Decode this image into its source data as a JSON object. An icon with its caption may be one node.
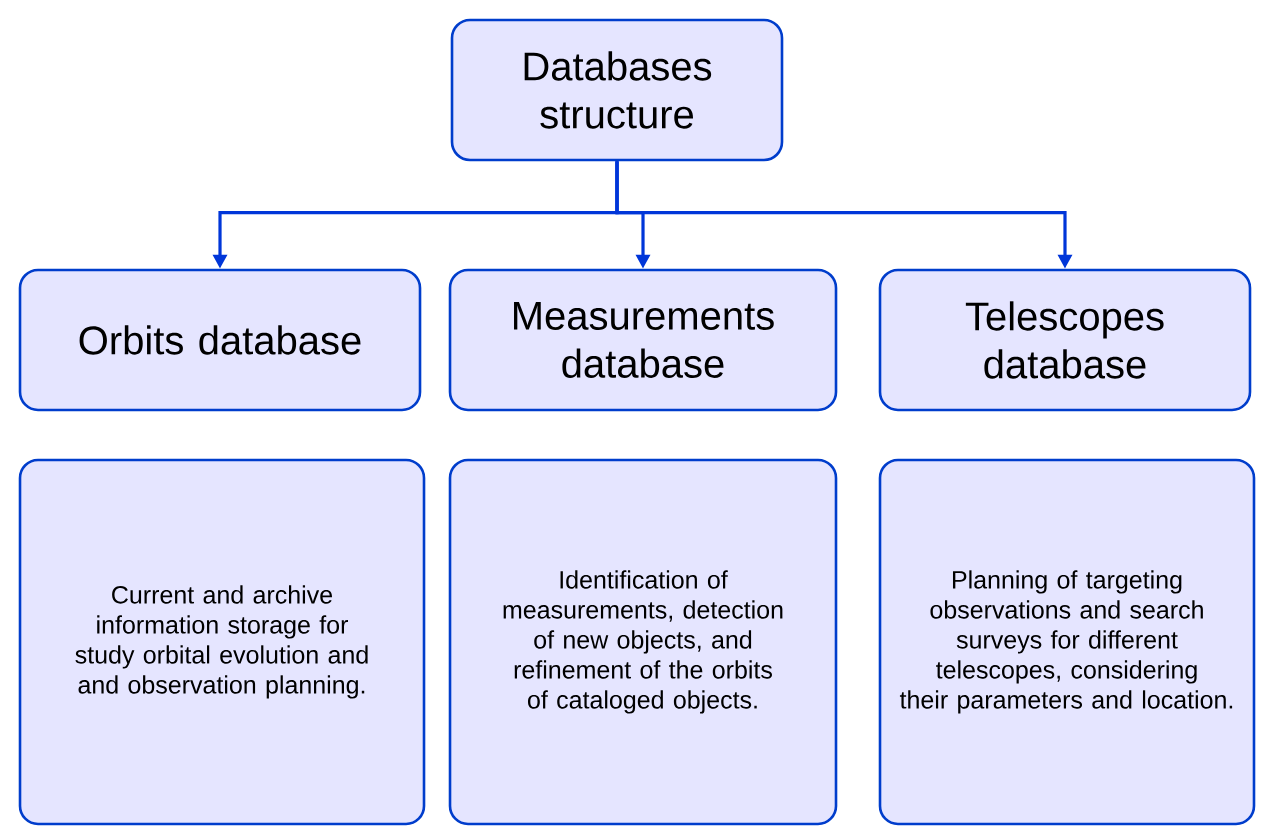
{
  "diagram": {
    "nodes": [
      {
        "text": [
          "Databases structure"
        ]
      },
      {
        "text": [
          "Orbits database"
        ]
      },
      {
        "text": [
          "Measurements database"
        ]
      },
      {
        "text": [
          "Telescopes database"
        ]
      },
      {
        "text": [
          "Current and archive information storage for study orbital evolution and and observation planning."
        ]
      },
      {
        "text": [
          "Identification of measurements, detection of new objects, and refinement of the orbits of cataloged objects."
        ]
      },
      {
        "text": [
          "Planning of targeting observations and search surveys for different telescopes, considering their parameters and location."
        ]
      }
    ],
    "edges": [
      {
        "from": 0,
        "to": 1,
        "arrow": "to"
      },
      {
        "from": 0,
        "to": 2,
        "arrow": "to"
      },
      {
        "from": 0,
        "to": 3,
        "arrow": "to"
      }
    ]
  }
}
